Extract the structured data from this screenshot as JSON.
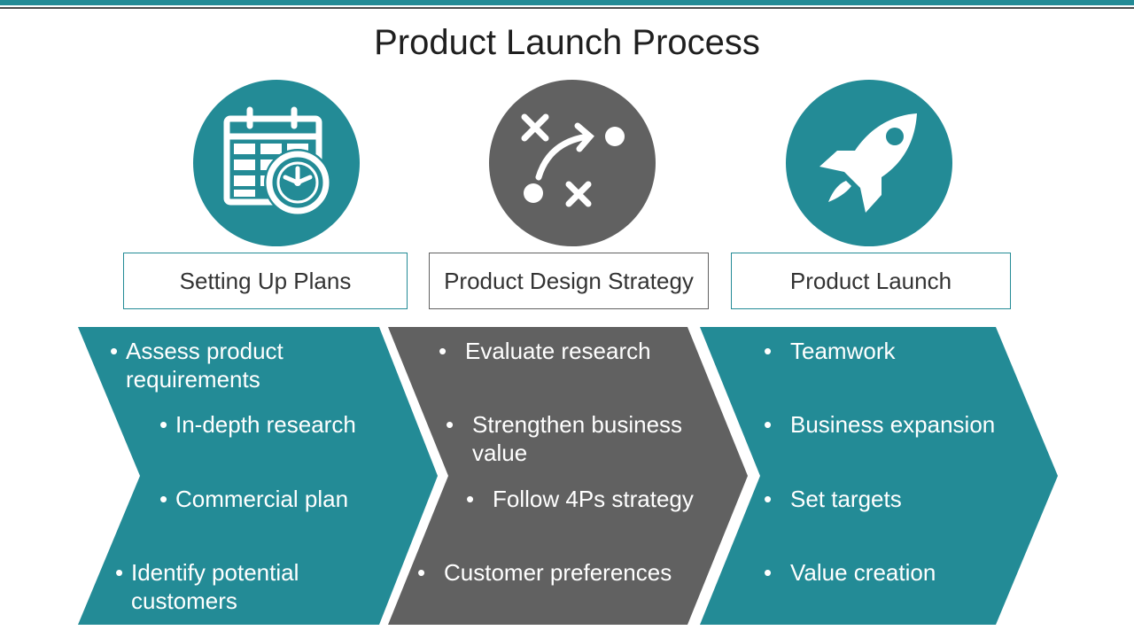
{
  "title": "Product Launch Process",
  "colors": {
    "teal": "#238b96",
    "gray": "#616161",
    "dark": "#4e4e4e"
  },
  "stages": [
    {
      "label": "Setting Up Plans",
      "icon": "calendar-clock-icon",
      "bullets": [
        "Assess product requirements",
        "In-depth research",
        "Commercial plan",
        "Identify potential customers"
      ]
    },
    {
      "label": "Product Design Strategy",
      "icon": "strategy-play-icon",
      "bullets": [
        "Evaluate research",
        "Strengthen business value",
        "Follow 4Ps strategy",
        "Customer preferences"
      ]
    },
    {
      "label": "Product Launch",
      "icon": "rocket-icon",
      "bullets": [
        "Teamwork",
        "Business expansion",
        "Set targets",
        "Value creation"
      ]
    }
  ]
}
